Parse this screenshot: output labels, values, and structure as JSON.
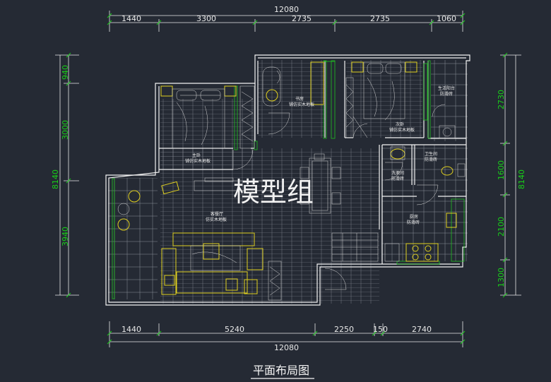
{
  "watermark": "模型组",
  "title": "平面布局图",
  "dims": {
    "top_total": "12080",
    "top": [
      "1440",
      "3300",
      "2735",
      "2735",
      "1060"
    ],
    "bottom": [
      "1440",
      "5240",
      "2250",
      "150",
      "2740"
    ],
    "bottom_total": "12080",
    "left_total": "8140",
    "left": [
      "940",
      "3000",
      "3940"
    ],
    "right_total": "8140",
    "right": [
      "2730",
      "1600",
      "2100",
      "1300"
    ]
  },
  "rooms": {
    "master_bedroom": [
      "主卧",
      "铺仿实木地板"
    ],
    "study": [
      "书房",
      "铺仿实木地板"
    ],
    "second_bedroom": [
      "次卧",
      "铺仿实木地板"
    ],
    "balcony": [
      "生活阳台",
      "防滑砖"
    ],
    "bathroom": [
      "卫生间",
      "防滑砖"
    ],
    "laundry": [
      "洗漱间",
      "防滑砖"
    ],
    "living_dining": [
      "客餐厅",
      "仿实木地板"
    ],
    "kitchen": [
      "厨房",
      "防滑砖"
    ]
  }
}
